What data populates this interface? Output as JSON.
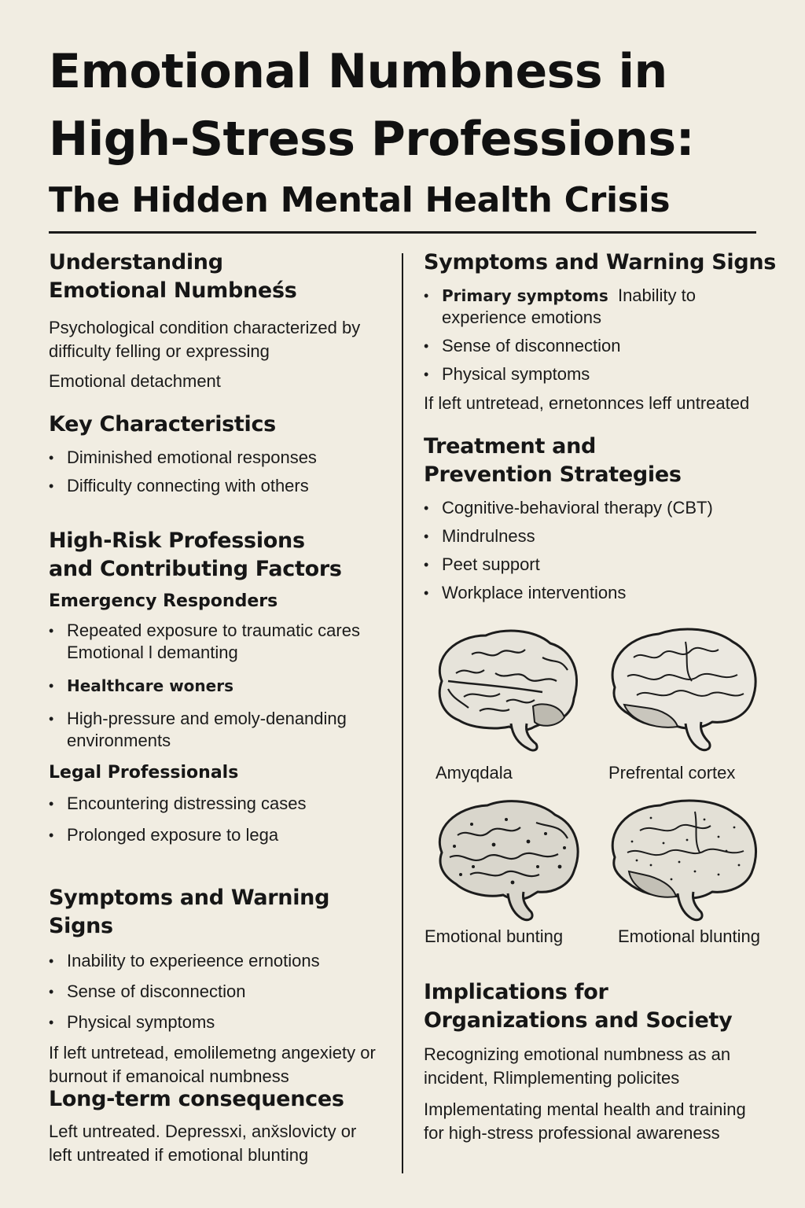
{
  "title": {
    "line1": "Emotional Numbness in",
    "line2": "High-Stress Professions:",
    "line3": "The Hidden Mental Health Crisis"
  },
  "left": {
    "understanding": {
      "heading": "Understanding\nEmotional Numbneśs",
      "definition": "Psychological condition characterized by difficulty felling or expressing",
      "note": "Emotional detachment"
    },
    "key_characteristics": {
      "heading": "Key Characteristics",
      "items": [
        "Diminished emotional responses",
        "Difficulty connecting with others"
      ]
    },
    "high_risk": {
      "heading": "High-Risk Professions\nand Contributing Factors",
      "emergency": {
        "subheading": "Emergency Responders",
        "items": [
          "Repeated exposure to traumatic cares Emotional l demanting"
        ]
      },
      "healthcare": {
        "label": "Healthcare woners",
        "items": [
          "High-pressure and emoly-denanding environments"
        ]
      },
      "legal": {
        "subheading": "Legal Professionals",
        "items": [
          "Encountering distressing cases",
          "Prolonged exposure to lega"
        ]
      }
    },
    "symptoms": {
      "heading": "Symptoms and Warning Signs",
      "items": [
        "Inability to experieence ernotions",
        "Sense of disconnection",
        "Physical symptoms"
      ],
      "note": "If left untretead, emolilemetng angexiety or burnout if emanoical numbness"
    },
    "long_term": {
      "heading": "Long-term consequences",
      "text": "Left untreated. Depressxi, anx̆slovicty or left untreated if emotional blunting"
    }
  },
  "right": {
    "symptoms": {
      "heading": "Symptoms and Warning Signs",
      "primary_label": "Primary symptoms",
      "primary_text": "Inability to experience emotions",
      "items": [
        "Sense of disconnection",
        "Physical symptoms"
      ],
      "note": "If left untretead, ernetonnces leff untreated"
    },
    "treatment": {
      "heading": "Treatment and\nPrevention Strategies",
      "items": [
        "Cognitive-behavioral therapy (CBT)",
        "Mindrulness",
        "Peet support",
        "Workplace interventions"
      ]
    },
    "brains": {
      "captions": [
        "Amyqdala",
        "Prefrental cortex",
        "Emotional bunting",
        "Emotional blunting"
      ],
      "stroke_color": "#1c1c1c",
      "fill_color": "#e3e0d6"
    },
    "implications": {
      "heading": "Implications for\nOrganizations and Society",
      "para1": "Recognizing emotional numbness as an incident, Rlimplementing policites",
      "para2": "Implementating mental health and training for high-stress professional awareness"
    }
  },
  "colors": {
    "background": "#f1ede2",
    "text": "#151515",
    "rule": "#1a1a1a"
  }
}
